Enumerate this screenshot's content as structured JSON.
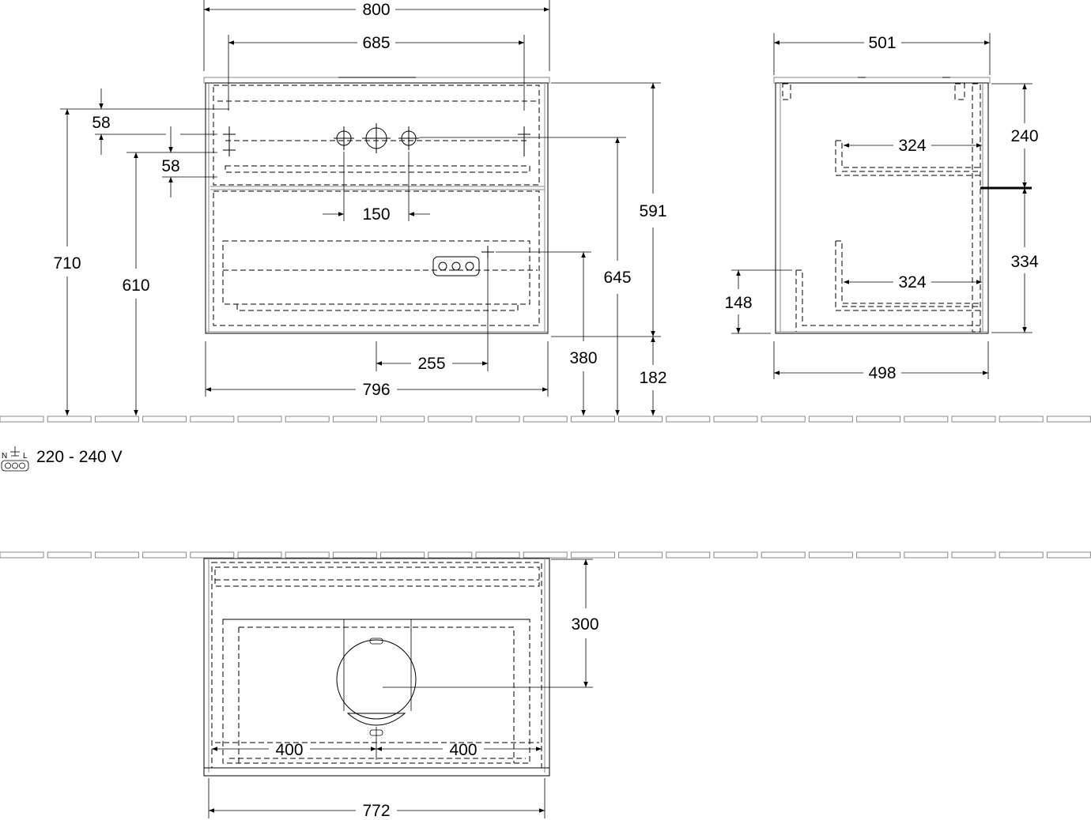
{
  "front_view": {
    "width_top": "800",
    "width_inner": "685",
    "offset_a": "58",
    "offset_b": "58",
    "height_total": "710",
    "height_pipe": "610",
    "tap_spacing": "150",
    "height_cabinet": "591",
    "height_siphon": "645",
    "socket_offset": "255",
    "height_socket": "380",
    "width_bottom": "796",
    "height_floor": "182"
  },
  "side_view": {
    "depth_top": "501",
    "depth_upper": "324",
    "depth_lower": "324",
    "height_upper": "240",
    "height_lower": "334",
    "height_back": "148",
    "depth_bottom": "498"
  },
  "electrical": {
    "voltage": "220 - 240 V",
    "symbol_n": "N",
    "symbol_l": "L"
  },
  "top_view": {
    "depth": "300",
    "left_half": "400",
    "right_half": "400",
    "width": "772"
  },
  "colors": {
    "line": "#000000",
    "floor": "#888888"
  }
}
